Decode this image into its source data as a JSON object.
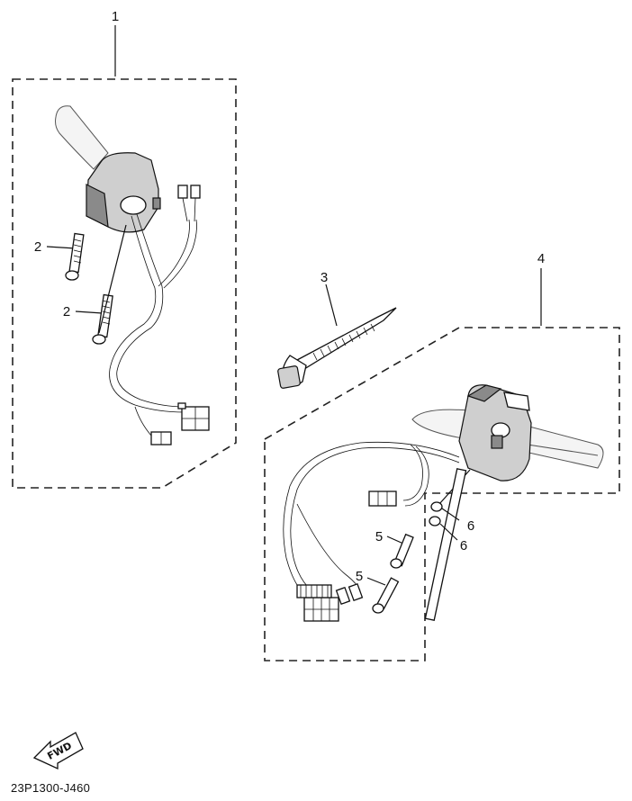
{
  "callouts": {
    "c1": "1",
    "c2a": "2",
    "c2b": "2",
    "c3": "3",
    "c4": "4",
    "c5a": "5",
    "c5b": "5",
    "c6a": "6",
    "c6b": "6"
  },
  "fwd_label": "FWD",
  "diagram_code": "23P1300-J460"
}
